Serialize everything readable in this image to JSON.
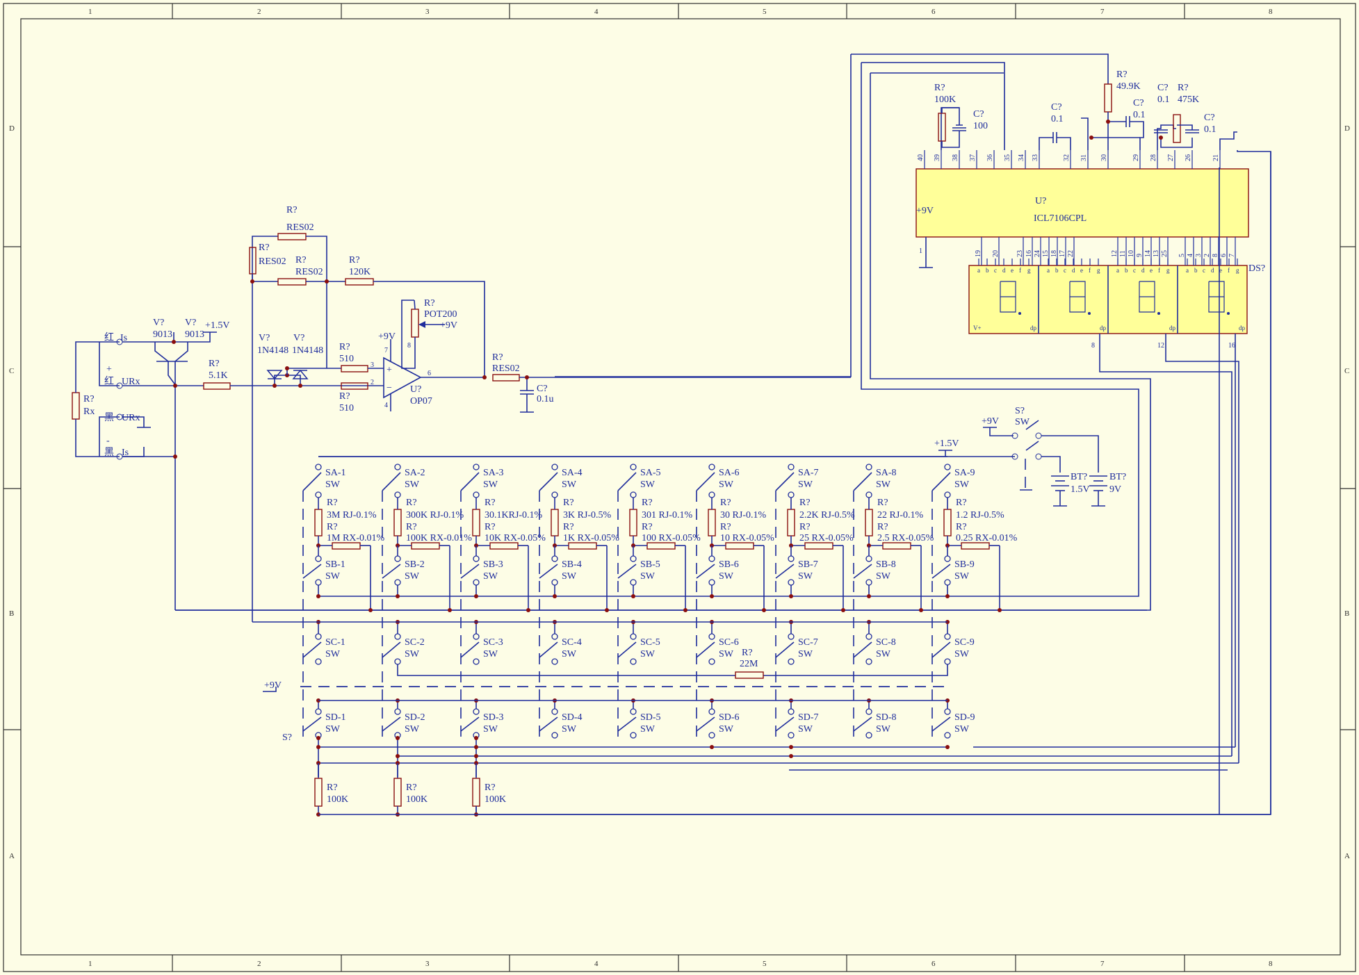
{
  "frame": {
    "columns": [
      "1",
      "2",
      "3",
      "4",
      "5",
      "6",
      "7",
      "8"
    ],
    "rows": [
      "D",
      "C",
      "B",
      "A"
    ]
  },
  "ic": {
    "ref": "U?",
    "part": "ICL7106CPL",
    "supply": "+9V",
    "top_pins": [
      "40",
      "39",
      "38",
      "37",
      "36",
      "35",
      "34",
      "33",
      "32",
      "31",
      "30",
      "29",
      "28",
      "27",
      "26",
      "21"
    ],
    "bottom_left_pin": "1"
  },
  "display": {
    "ref": "DS?",
    "bottom_pins": [
      "19",
      "20",
      "23",
      "16",
      "24",
      "15",
      "18",
      "17",
      "22",
      "12",
      "11",
      "10",
      "9",
      "14",
      "13",
      "25",
      "5",
      "4",
      "3",
      "2",
      "8",
      "6",
      "7"
    ],
    "segments": [
      "a",
      "b",
      "c",
      "d",
      "e",
      "f",
      "g"
    ],
    "dp": "dp",
    "vplus": "V+",
    "lower_pins": [
      "8",
      "12",
      "16"
    ]
  },
  "ic_parts": {
    "r100k": [
      "R?",
      "100K"
    ],
    "c100": [
      "C?",
      "100"
    ],
    "c01a": [
      "C?",
      "0.1"
    ],
    "r499": [
      "R?",
      "49.9K"
    ],
    "c01b": [
      "C?",
      "0.1"
    ],
    "c01c": [
      "C?",
      "0.1"
    ],
    "r475": [
      "R?",
      "475K"
    ],
    "c01d": [
      "C?",
      "0.1"
    ]
  },
  "input": {
    "rx": [
      "R?",
      "Rx"
    ],
    "v1": [
      "V?",
      "9013"
    ],
    "v2": [
      "V?",
      "9013"
    ],
    "plus15": "+1.5V",
    "r51": [
      "R?",
      "5.1K"
    ],
    "t1": [
      "红",
      "Is"
    ],
    "t2": [
      "+",
      "红",
      "URx"
    ],
    "t3": [
      "黑",
      "URx"
    ],
    "t4": [
      "-",
      "黑",
      "Is"
    ],
    "d1": [
      "V?",
      "1N4148"
    ],
    "d2": [
      "V?",
      "1N4148"
    ],
    "r_top": [
      "R?",
      "RES02"
    ],
    "r_left": [
      "R?",
      "RES02"
    ],
    "r_mid": [
      "R?",
      "RES02"
    ],
    "r120": [
      "R?",
      "120K"
    ],
    "pot": [
      "R?",
      "POT200"
    ],
    "pot_supply": "+9V",
    "op_supply": "+9V",
    "r510a": [
      "R?",
      "510"
    ],
    "r510b": [
      "R?",
      "510"
    ],
    "op": [
      "U?",
      "OP07"
    ],
    "op_pins": [
      "7",
      "8",
      "3",
      "2",
      "6",
      "4"
    ],
    "r_out": [
      "R?",
      "RES02"
    ],
    "c_out": [
      "C?",
      "0.1u"
    ]
  },
  "power": {
    "plus9": "+9V",
    "switch": [
      "S?",
      "SW"
    ],
    "plus15": "+1.5V",
    "bt1": [
      "BT?",
      "1.5V"
    ],
    "bt2": [
      "BT?",
      "9V"
    ],
    "plus9_left": "+9V",
    "s_left": "S?"
  },
  "ranges": [
    {
      "sa": "SA-1",
      "sb": "SB-1",
      "sc": "SC-1",
      "sd": "SD-1",
      "rj": "3M RJ-0.1%",
      "rx": "1M RX-0.01%"
    },
    {
      "sa": "SA-2",
      "sb": "SB-2",
      "sc": "SC-2",
      "sd": "SD-2",
      "rj": "300K RJ-0.1%",
      "rx": "100K RX-0.01%"
    },
    {
      "sa": "SA-3",
      "sb": "SB-3",
      "sc": "SC-3",
      "sd": "SD-3",
      "rj": "30.1KRJ-0.1%",
      "rx": "10K RX-0.05%"
    },
    {
      "sa": "SA-4",
      "sb": "SB-4",
      "sc": "SC-4",
      "sd": "SD-4",
      "rj": "3K RJ-0.5%",
      "rx": "1K RX-0.05%"
    },
    {
      "sa": "SA-5",
      "sb": "SB-5",
      "sc": "SC-5",
      "sd": "SD-5",
      "rj": "301 RJ-0.1%",
      "rx": "100 RX-0.05%"
    },
    {
      "sa": "SA-6",
      "sb": "SB-6",
      "sc": "SC-6",
      "sd": "SD-6",
      "rj": "30 RJ-0.1%",
      "rx": "10 RX-0.05%"
    },
    {
      "sa": "SA-7",
      "sb": "SB-7",
      "sc": "SC-7",
      "sd": "SD-7",
      "rj": "2.2K RJ-0.5%",
      "rx": "25 RX-0.05%"
    },
    {
      "sa": "SA-8",
      "sb": "SB-8",
      "sc": "SC-8",
      "sd": "SD-8",
      "rj": "22 RJ-0.1%",
      "rx": "2.5 RX-0.05%"
    },
    {
      "sa": "SA-9",
      "sb": "SB-9",
      "sc": "SC-9",
      "sd": "SD-9",
      "rj": "1.2 RJ-0.5%",
      "rx": "0.25 RX-0.01%"
    }
  ],
  "common": {
    "sw": "SW",
    "rq": "R?",
    "r22m": [
      "R?",
      "22M"
    ],
    "pulldowns": [
      [
        "R?",
        "100K"
      ],
      [
        "R?",
        "100K"
      ],
      [
        "R?",
        "100K"
      ]
    ]
  }
}
